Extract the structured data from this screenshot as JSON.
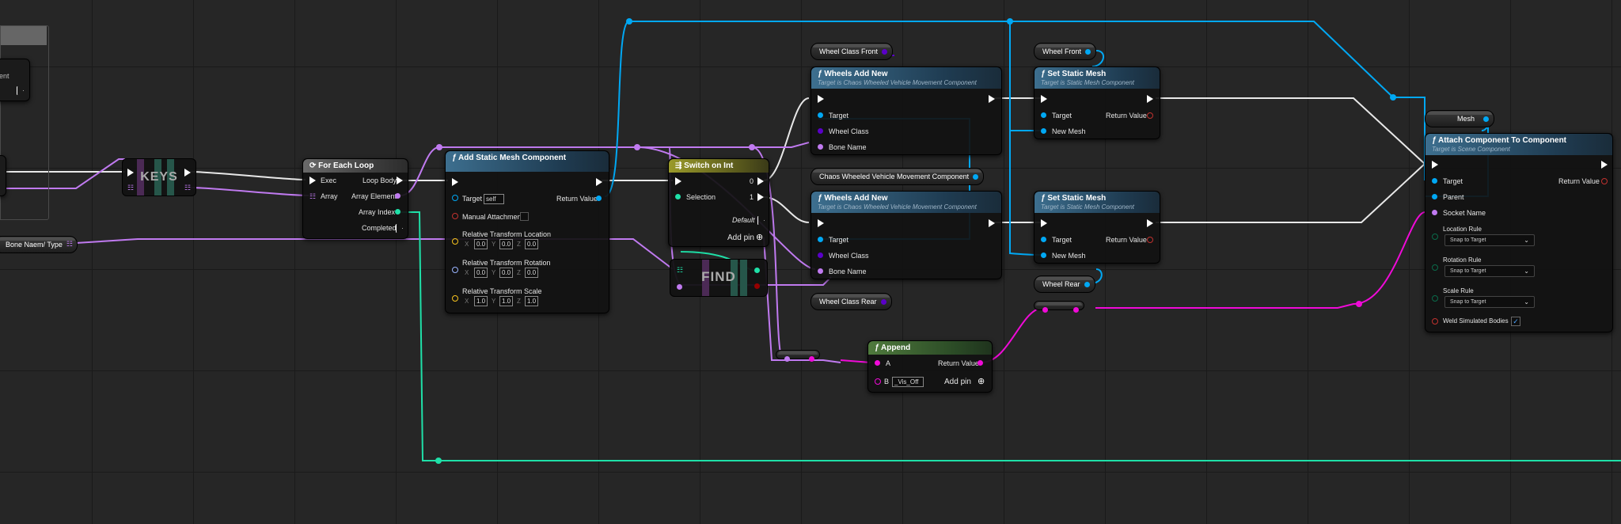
{
  "graph": {
    "left_panel": {
      "partial_label": "ent"
    },
    "keys_macro": {
      "title": "KEYS"
    },
    "find_macro": {
      "title": "FIND"
    },
    "bone_var": {
      "label": "Bone Naem/ Type"
    },
    "for_each": {
      "title": "For Each Loop",
      "exec": "Exec",
      "loop_body": "Loop Body",
      "array": "Array",
      "array_element": "Array Element",
      "array_index": "Array Index",
      "completed": "Completed"
    },
    "add_static_mesh": {
      "title": "Add Static Mesh Component",
      "target": "Target",
      "target_value": "self",
      "return_value": "Return Value",
      "manual_attachment": "Manual Attachment",
      "loc_label": "Relative Transform Location",
      "rot_label": "Relative Transform Rotation",
      "scale_label": "Relative Transform Scale",
      "axis_x": "X",
      "axis_y": "Y",
      "axis_z": "Z",
      "loc": [
        "0.0",
        "0.0",
        "0.0"
      ],
      "rot": [
        "0.0",
        "0.0",
        "0.0"
      ],
      "scale": [
        "1.0",
        "1.0",
        "1.0"
      ]
    },
    "switch": {
      "title": "Switch on Int",
      "selection": "Selection",
      "out0": "0",
      "out1": "1",
      "default": "Default",
      "add_pin": "Add pin"
    },
    "wheel_class_front": {
      "label": "Wheel Class Front"
    },
    "wheel_class_rear": {
      "label": "Wheel Class Rear"
    },
    "chaos_var": {
      "label": "Chaos Wheeled Vehicle Movement Component"
    },
    "wheels_add_1": {
      "title": "Wheels Add New",
      "subtitle": "Target is Chaos Wheeled Vehicle Movement Component",
      "target": "Target",
      "wheel_class": "Wheel Class",
      "bone_name": "Bone Name"
    },
    "wheels_add_2": {
      "title": "Wheels Add New",
      "subtitle": "Target is Chaos Wheeled Vehicle Movement Component",
      "target": "Target",
      "wheel_class": "Wheel Class",
      "bone_name": "Bone Name"
    },
    "wheel_front": {
      "label": "Wheel Front"
    },
    "wheel_rear": {
      "label": "Wheel Rear"
    },
    "set_mesh_1": {
      "title": "Set Static Mesh",
      "subtitle": "Target is Static Mesh Component",
      "target": "Target",
      "return_value": "Return Value",
      "new_mesh": "New Mesh"
    },
    "set_mesh_2": {
      "title": "Set Static Mesh",
      "subtitle": "Target is Static Mesh Component",
      "target": "Target",
      "return_value": "Return Value",
      "new_mesh": "New Mesh"
    },
    "append": {
      "title": "Append",
      "a": "A",
      "b": "B",
      "b_value": "_Vis_Off",
      "return_value": "Return Value",
      "add_pin": "Add pin"
    },
    "mesh_var": {
      "label": "Mesh"
    },
    "attach": {
      "title": "Attach Component To Component",
      "subtitle": "Target is Scene Component",
      "target": "Target",
      "return_value": "Return Value",
      "parent": "Parent",
      "socket_name": "Socket Name",
      "location_rule": "Location Rule",
      "rotation_rule": "Rotation Rule",
      "scale_rule": "Scale Rule",
      "location_value": "Snap to Target",
      "rotation_value": "Snap to Target",
      "scale_value": "Snap to Target",
      "weld": "Weld Simulated Bodies",
      "weld_checked": true
    },
    "colors": {
      "exec": "#ffffff",
      "object": "#00a8f4",
      "name": "#c07af0",
      "int": "#1fe0a8",
      "string": "#f00ad8",
      "class": "#5a00c8",
      "vector": "#f7c31d"
    }
  }
}
